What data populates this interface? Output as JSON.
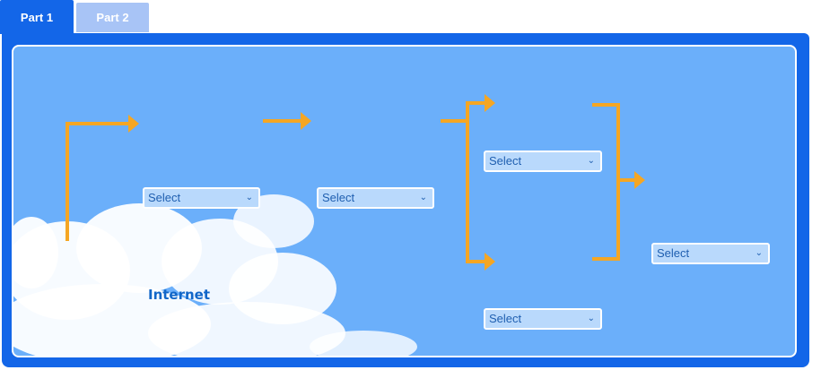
{
  "tabs": [
    {
      "label": "Part 1",
      "active": true
    },
    {
      "label": "Part 2",
      "active": false
    }
  ],
  "diagram": {
    "internet_label": "Internet",
    "selects": [
      {
        "value": "Select"
      },
      {
        "value": "Select"
      },
      {
        "value": "Select"
      },
      {
        "value": "Select"
      },
      {
        "value": "Select"
      }
    ]
  },
  "colors": {
    "frame": "#1366e8",
    "panel": "#6baffa",
    "arrow": "#f5a623",
    "select_bg": "#b9d9fc",
    "select_text": "#1f5fb0",
    "internet_text": "#1166c8"
  },
  "icons": {
    "select_chevron": "chevron-down-icon"
  }
}
